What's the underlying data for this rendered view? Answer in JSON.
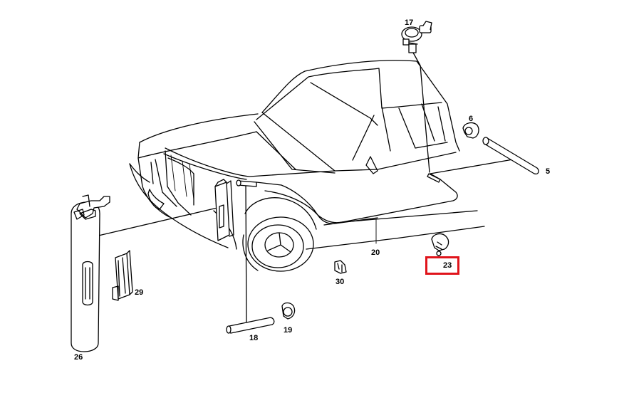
{
  "diagram": {
    "highlight_color": "#e0141b",
    "line_color": "#000000",
    "background": "#ffffff",
    "highlighted_part": "23",
    "callouts": [
      {
        "id": "17",
        "label": "17"
      },
      {
        "id": "6",
        "label": "6"
      },
      {
        "id": "5",
        "label": "5"
      },
      {
        "id": "20",
        "label": "20"
      },
      {
        "id": "23",
        "label": "23"
      },
      {
        "id": "30",
        "label": "30"
      },
      {
        "id": "29",
        "label": "29"
      },
      {
        "id": "19",
        "label": "19"
      },
      {
        "id": "18",
        "label": "18"
      },
      {
        "id": "26",
        "label": "26"
      }
    ]
  }
}
